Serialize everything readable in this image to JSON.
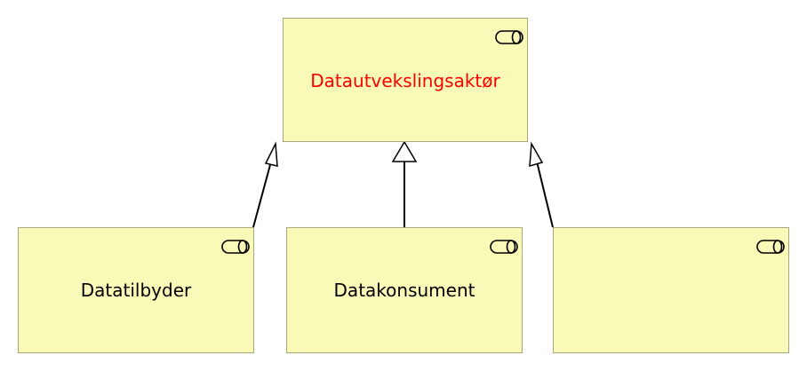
{
  "diagram": {
    "nodes": {
      "parent": {
        "label": "Datautvekslingsaktør",
        "label_color": "#ff0000",
        "icon": "role-icon"
      },
      "left": {
        "label": "Datatilbyder",
        "label_color": "#000000",
        "icon": "role-icon"
      },
      "middle": {
        "label": "Datakonsument",
        "label_color": "#000000",
        "icon": "role-icon"
      },
      "right": {
        "label": "",
        "label_color": "#000000",
        "icon": "role-icon"
      }
    },
    "edges": [
      {
        "from": "left",
        "to": "parent",
        "type": "specialization"
      },
      {
        "from": "middle",
        "to": "parent",
        "type": "specialization"
      },
      {
        "from": "right",
        "to": "parent",
        "type": "specialization"
      }
    ],
    "colors": {
      "node_fill": "#fafab8",
      "node_border": "#a6a67a",
      "edge": "#000000"
    }
  }
}
